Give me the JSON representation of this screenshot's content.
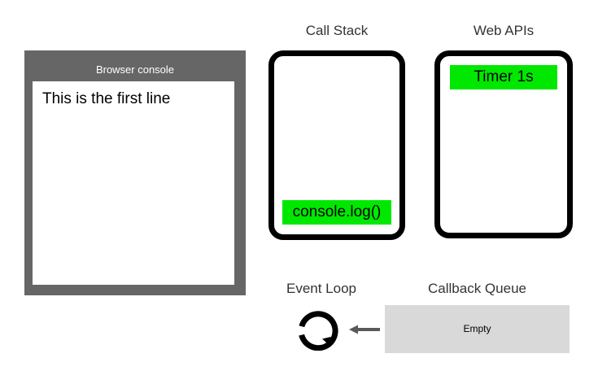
{
  "diagram": {
    "title_color": "#333333",
    "accent_green": "#00e800",
    "console_gray": "#666666",
    "queue_gray": "#d9d9d9",
    "arrow_gray": "#595959"
  },
  "console": {
    "title": "Browser console",
    "lines": [
      "This is the first line"
    ]
  },
  "call_stack": {
    "heading": "Call Stack",
    "frames": [
      {
        "label": "console.log()"
      }
    ]
  },
  "web_apis": {
    "heading": "Web APIs",
    "tasks": [
      {
        "label": "Timer 1s"
      }
    ]
  },
  "event_loop": {
    "heading": "Event Loop",
    "icon": "circular-arrow-icon"
  },
  "callback_queue": {
    "heading": "Callback Queue",
    "status": "Empty"
  },
  "arrow": {
    "icon": "arrow-left-icon",
    "direction": "left"
  }
}
